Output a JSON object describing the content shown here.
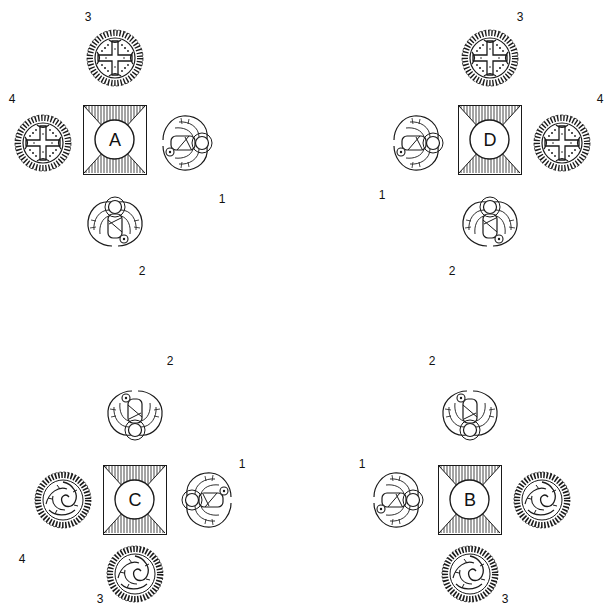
{
  "diagram": {
    "nodes": [
      {
        "text": [
          "A"
        ]
      },
      {
        "text": [
          "D"
        ]
      },
      {
        "text": [
          "C"
        ]
      },
      {
        "text": [
          "B"
        ]
      }
    ],
    "labels": [
      "3",
      "4",
      "1",
      "2",
      "3",
      "1",
      "4",
      "2",
      "2",
      "1",
      "4",
      "3",
      "2",
      "1",
      "3"
    ]
  }
}
